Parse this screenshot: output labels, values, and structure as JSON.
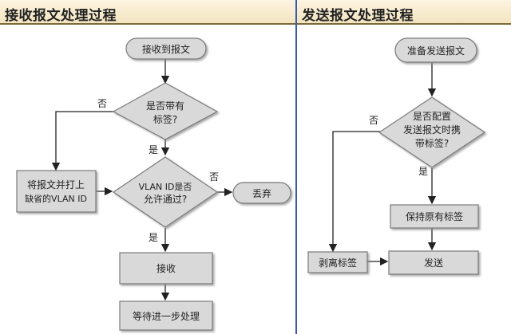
{
  "left": {
    "title": "接收报文处理过程",
    "start": "接收到报文",
    "decision1": [
      "是否带有",
      "标签?"
    ],
    "decision2": [
      "VLAN ID是否",
      "允许通过?"
    ],
    "tag_default": [
      "将报文并打上",
      "缺省的VLAN ID"
    ],
    "discard": "丢弃",
    "receive": "接收",
    "next": "等待进一步处理",
    "yes1": "是",
    "no1": "否",
    "yes2": "是",
    "no2": "否"
  },
  "right": {
    "title": "发送报文处理过程",
    "start": "准备发送报文",
    "decision": [
      "是否配置",
      "发送报文时携",
      "带标签?"
    ],
    "keep": "保持原有标签",
    "strip": "剥离标签",
    "send": "发送",
    "yes": "是",
    "no": "否"
  },
  "colors": {
    "node_fill": "#d9d9d9",
    "node_stroke": "#7a7a7a",
    "header_border": "#7a6a3a",
    "divider": "#3b5ba8"
  }
}
